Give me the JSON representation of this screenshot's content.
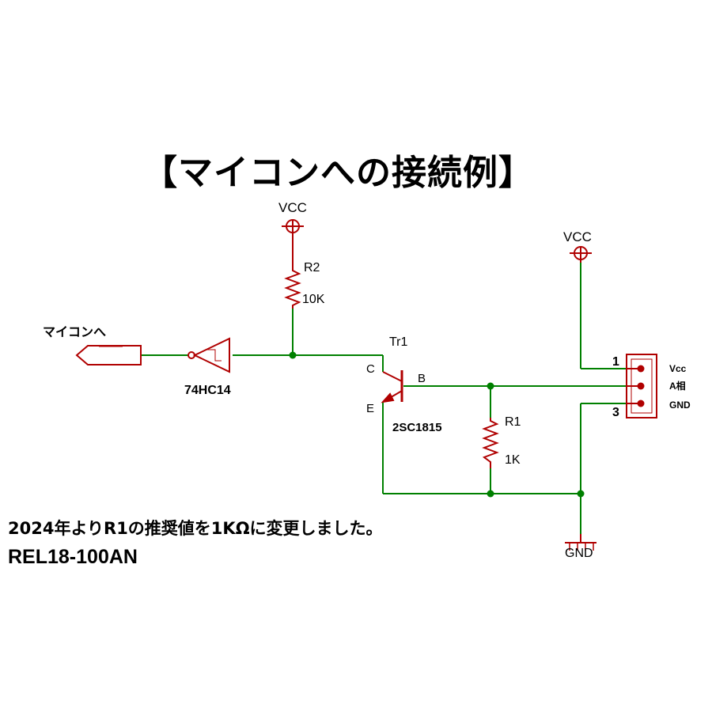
{
  "title": "【マイコンへの接続例】",
  "labels": {
    "vcc_left": "VCC",
    "vcc_right": "VCC",
    "gnd": "GND",
    "r2_name": "R2",
    "r2_value": "10K",
    "r1_name": "R1",
    "r1_value": "1K",
    "input_port": "マイコンへ",
    "inverter": "74HC14",
    "tr_name": "Tr1",
    "tr_part": "2SC1815",
    "pin_c": "C",
    "pin_b": "B",
    "pin_e": "E"
  },
  "connector": {
    "pin_numbers": {
      "first": "1",
      "last": "3"
    },
    "pins": [
      "Vcc",
      "A相",
      "GND"
    ]
  },
  "note": "2024年よりR1の推奨値を1KΩに変更しました。",
  "model": "REL18-100AN",
  "colors": {
    "wire": "#008000",
    "component": "#b00000",
    "text": "#000000"
  }
}
